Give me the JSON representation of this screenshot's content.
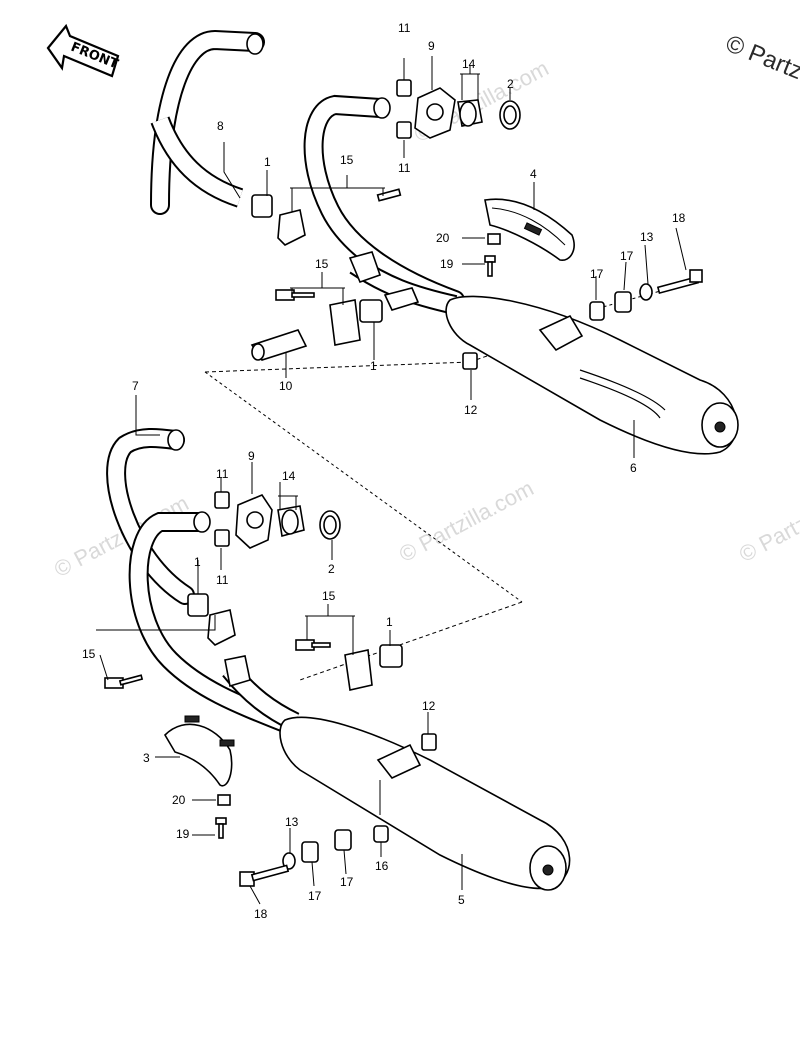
{
  "copyright": "© Partzilla",
  "watermark": "© Partzilla.com",
  "front_label": "FRONT",
  "callouts": {
    "c1a": "1",
    "c1b": "1",
    "c1c": "1",
    "c1d": "1",
    "c2a": "2",
    "c2b": "2",
    "c3": "3",
    "c4": "4",
    "c5": "5",
    "c6": "6",
    "c7": "7",
    "c8": "8",
    "c9a": "9",
    "c9b": "9",
    "c10": "10",
    "c11a": "11",
    "c11b": "11",
    "c11c": "11",
    "c11d": "11",
    "c12a": "12",
    "c12b": "12",
    "c13a": "13",
    "c13b": "13",
    "c14a": "14",
    "c14b": "14",
    "c15a": "15",
    "c15b": "15",
    "c15c": "15",
    "c15d": "15",
    "c16": "16",
    "c17a": "17",
    "c17b": "17",
    "c17c": "17",
    "c17d": "17",
    "c18a": "18",
    "c18b": "18",
    "c19a": "19",
    "c19b": "19",
    "c20a": "20",
    "c20b": "20"
  }
}
